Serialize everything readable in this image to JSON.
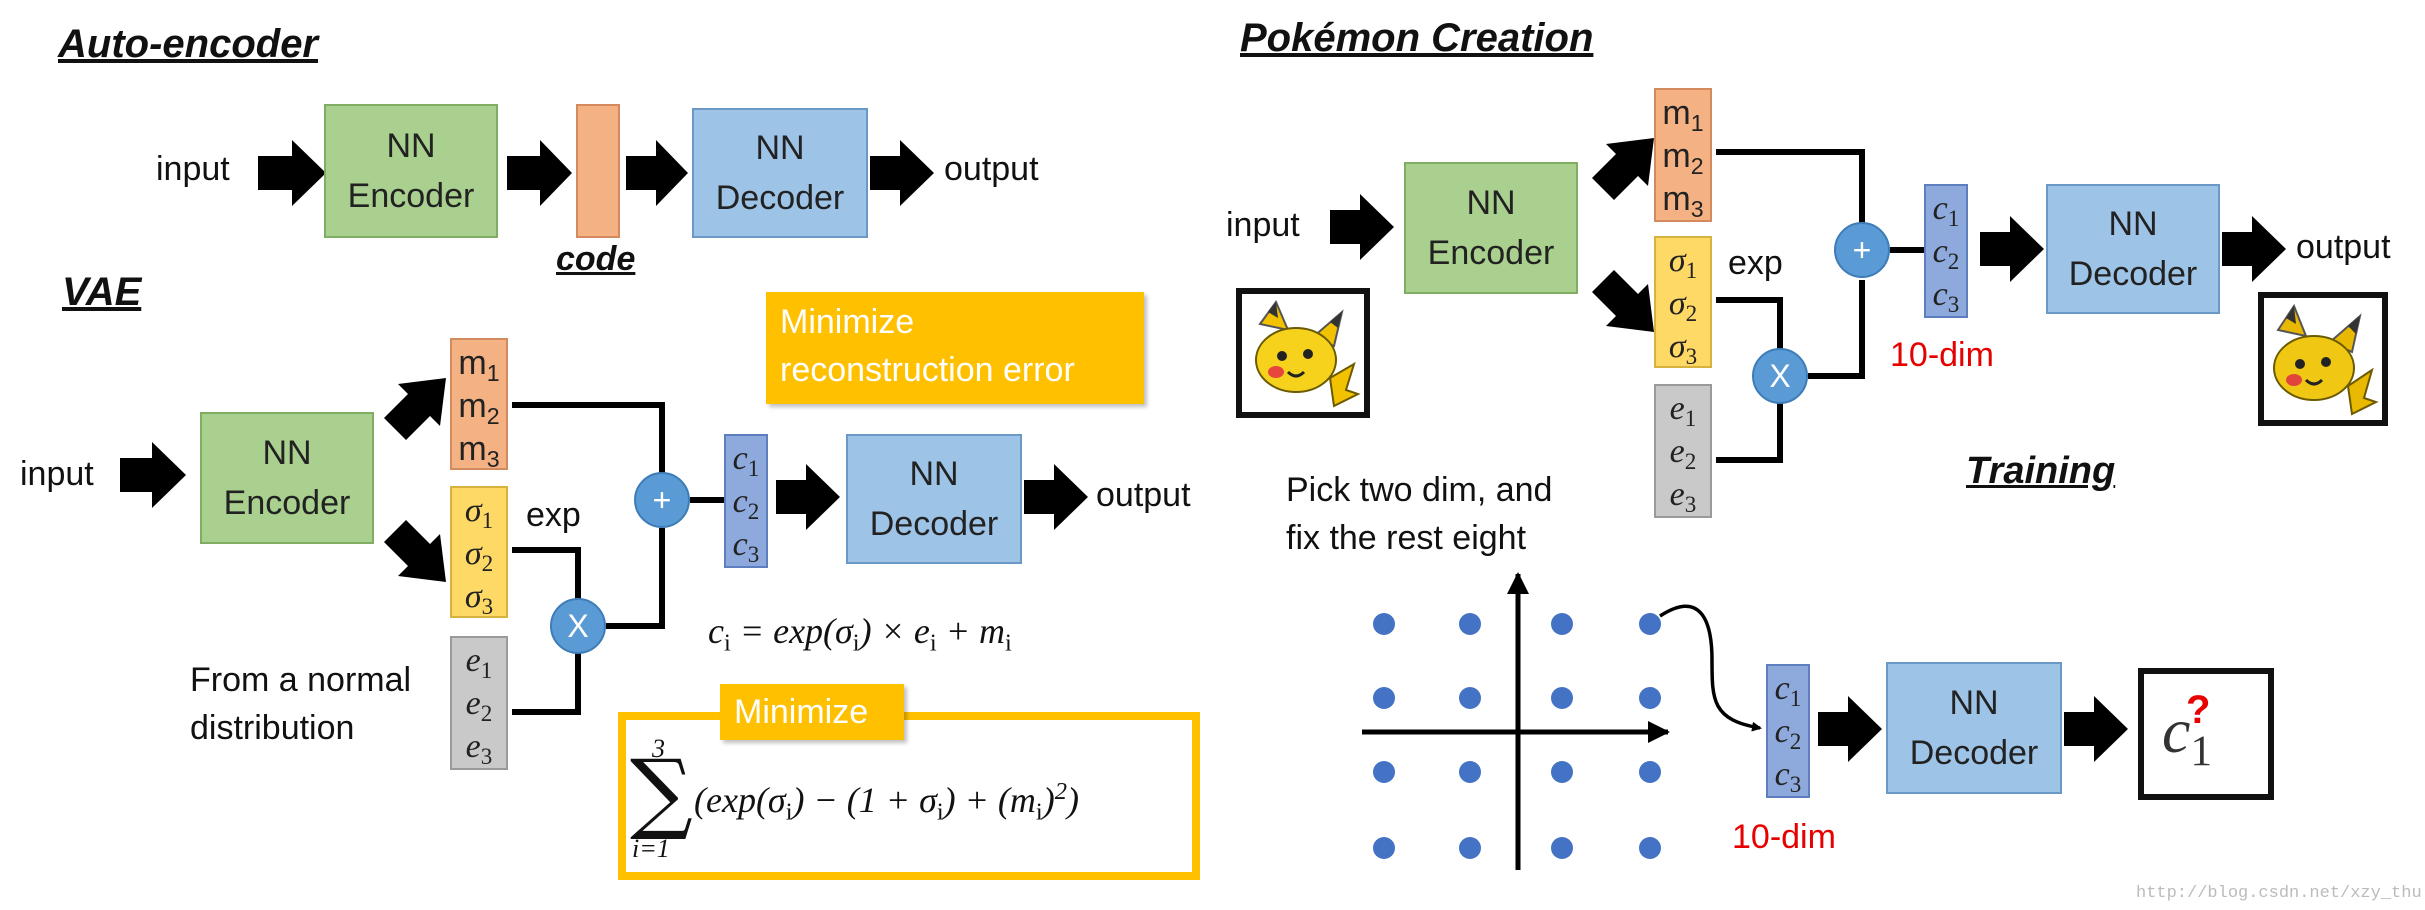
{
  "colors": {
    "encoder": "#a9d08e",
    "decoder": "#9dc3e6",
    "code": "#f4b183",
    "mean": "#f4b183",
    "sigma": "#ffd966",
    "noise": "#c9c9c9",
    "latent": "#8ea9db",
    "operator": "#5b9bd5",
    "badge": "#ffc000",
    "accent_red": "#e60000"
  },
  "autoencoder": {
    "heading": "Auto-encoder",
    "input": "input",
    "encoder_line1": "NN",
    "encoder_line2": "Encoder",
    "code_label": "code",
    "decoder_line1": "NN",
    "decoder_line2": "Decoder",
    "output": "output"
  },
  "vae": {
    "heading": "VAE",
    "input": "input",
    "encoder_line1": "NN",
    "encoder_line2": "Encoder",
    "m": [
      "m",
      "m",
      "m"
    ],
    "sigma": [
      "σ",
      "σ",
      "σ"
    ],
    "e": [
      "e",
      "e",
      "e"
    ],
    "c": [
      "c",
      "c",
      "c"
    ],
    "subs": [
      "1",
      "2",
      "3"
    ],
    "exp_label": "exp",
    "plus": "+",
    "times": "X",
    "normal_line1": "From a normal",
    "normal_line2": "distribution",
    "decoder_line1": "NN",
    "decoder_line2": "Decoder",
    "output": "output",
    "recon_line1": "Minimize",
    "recon_line2": "reconstruction error",
    "formula_ci": "c",
    "formula_ci_sub": "i",
    "formula_rhs": " = exp(σ",
    "formula_rhs2": ") × e",
    "formula_rhs3": " + m",
    "minimize_badge": "Minimize",
    "sum_upper": "3",
    "sum_lower": "i=1",
    "sum_symbol": "∑",
    "sum_body": "(exp(σ",
    "sum_body2": ") − (1 + σ",
    "sum_body3": ") + (m",
    "sum_body4": ")",
    "sum_body5": ")"
  },
  "pokemon": {
    "heading": "Pokémon Creation",
    "input": "input",
    "encoder_line1": "NN",
    "encoder_line2": "Encoder",
    "exp_label": "exp",
    "plus": "+",
    "times": "X",
    "decoder_line1": "NN",
    "decoder_line2": "Decoder",
    "output": "output",
    "dim_label": "10-dim",
    "training": "Training",
    "pick_line1": "Pick two dim, and",
    "pick_line2": "fix the rest eight",
    "dim_label2": "10-dim",
    "decoder2_line1": "NN",
    "decoder2_line2": "Decoder",
    "result_symbol": "?"
  },
  "watermark": "http://blog.csdn.net/xzy_thu"
}
